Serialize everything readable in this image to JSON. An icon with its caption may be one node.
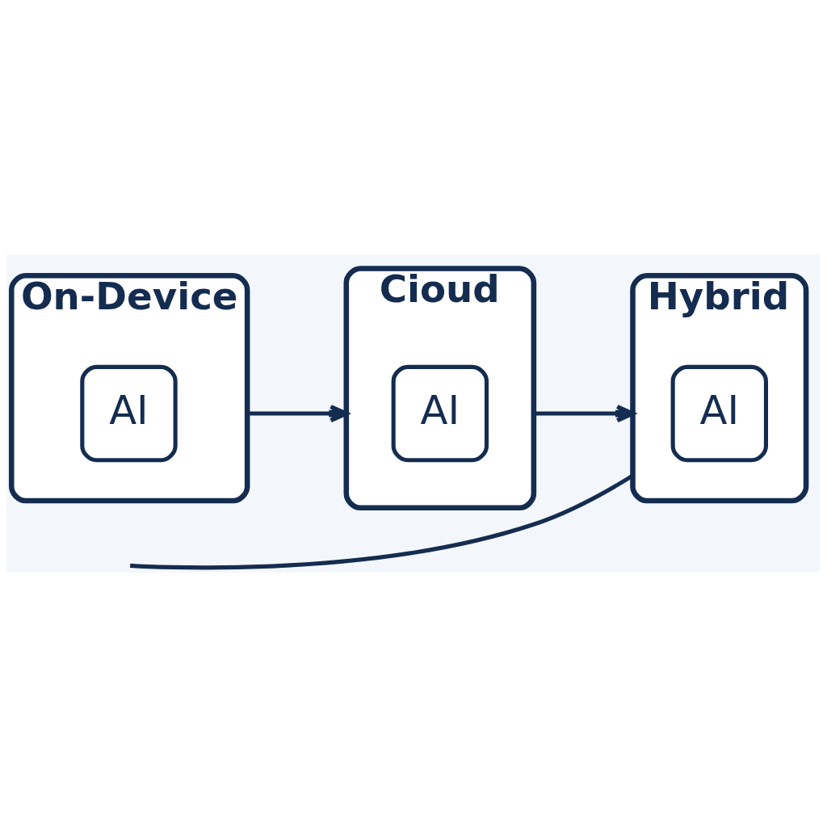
{
  "diagram": {
    "nodes": [
      {
        "text": [
          "On-Device"
        ]
      },
      {
        "text": [
          "AI"
        ],
        "in": 0
      },
      {
        "text": [
          "Cioud"
        ]
      },
      {
        "text": [
          "AI"
        ],
        "in": 2
      },
      {
        "text": [
          "Hybrid"
        ]
      },
      {
        "text": [
          "AI"
        ],
        "in": 4
      }
    ],
    "edges": [
      {
        "from": 0,
        "to": 2,
        "arrow": "to"
      },
      {
        "from": 2,
        "to": 4,
        "arrow": "to"
      },
      {
        "from": 4,
        "to": null,
        "arrow": "none"
      }
    ]
  }
}
